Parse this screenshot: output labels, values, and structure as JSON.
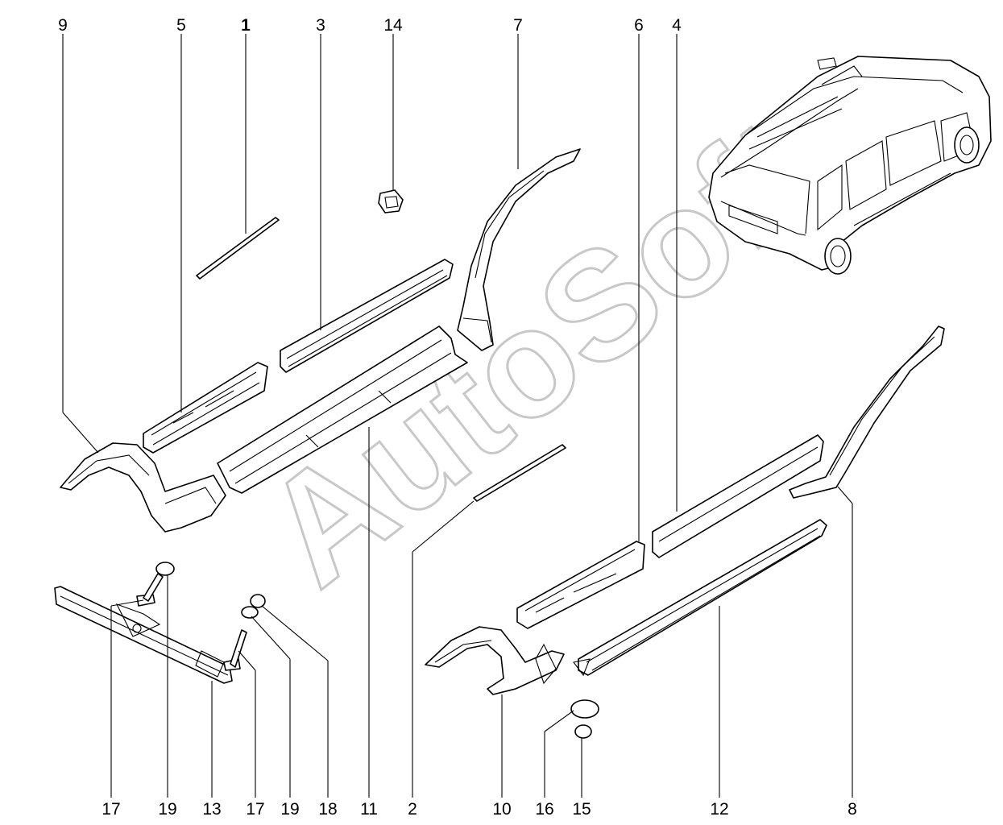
{
  "watermark": "AutoSoft",
  "callouts": [
    {
      "id": "c9",
      "label": "9"
    },
    {
      "id": "c5",
      "label": "5"
    },
    {
      "id": "c1",
      "label": "1"
    },
    {
      "id": "c3",
      "label": "3"
    },
    {
      "id": "c14",
      "label": "14"
    },
    {
      "id": "c7",
      "label": "7"
    },
    {
      "id": "c6",
      "label": "6"
    },
    {
      "id": "c4",
      "label": "4"
    },
    {
      "id": "c17a",
      "label": "17"
    },
    {
      "id": "c19a",
      "label": "19"
    },
    {
      "id": "c13",
      "label": "13"
    },
    {
      "id": "c17b",
      "label": "17"
    },
    {
      "id": "c19b",
      "label": "19"
    },
    {
      "id": "c18",
      "label": "18"
    },
    {
      "id": "c11",
      "label": "11"
    },
    {
      "id": "c2",
      "label": "2"
    },
    {
      "id": "c10",
      "label": "10"
    },
    {
      "id": "c16",
      "label": "16"
    },
    {
      "id": "c15",
      "label": "15"
    },
    {
      "id": "c12",
      "label": "12"
    },
    {
      "id": "c8",
      "label": "8"
    }
  ]
}
